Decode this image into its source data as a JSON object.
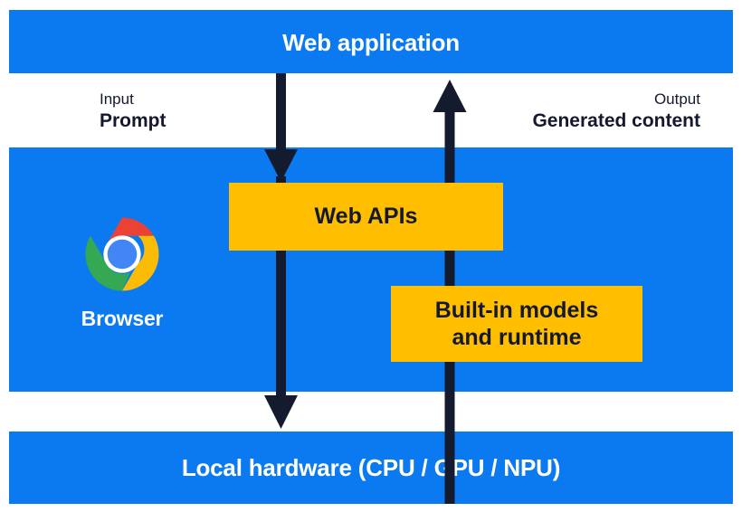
{
  "diagram": {
    "title": "Web application",
    "colors": {
      "band_blue": "#0B7AF0",
      "box_amber": "#FFBF00",
      "arrow_navy": "#141B2E",
      "text_navy": "#14192E",
      "text_white": "#FFFFFF",
      "chrome_red": "#EA4335",
      "chrome_yellow": "#FBBC05",
      "chrome_green": "#34A853",
      "chrome_blue": "#4285F4"
    }
  },
  "top_band": {
    "label": "Web application"
  },
  "flow_labels": {
    "input": {
      "caption": "Input",
      "value": "Prompt"
    },
    "output": {
      "caption": "Output",
      "value": "Generated content"
    }
  },
  "browser_band": {
    "icon_name": "chrome-logo-icon",
    "caption": "Browser",
    "boxes": [
      {
        "label": "Web APIs"
      },
      {
        "label": "Built-in models and runtime",
        "line1": "Built-in models",
        "line2": "and runtime"
      }
    ]
  },
  "bottom_band": {
    "label": "Local hardware (CPU / GPU / NPU)"
  },
  "arrows": {
    "down": {
      "name": "input-flow-arrow",
      "direction": "down"
    },
    "up": {
      "name": "output-flow-arrow",
      "direction": "up"
    }
  }
}
